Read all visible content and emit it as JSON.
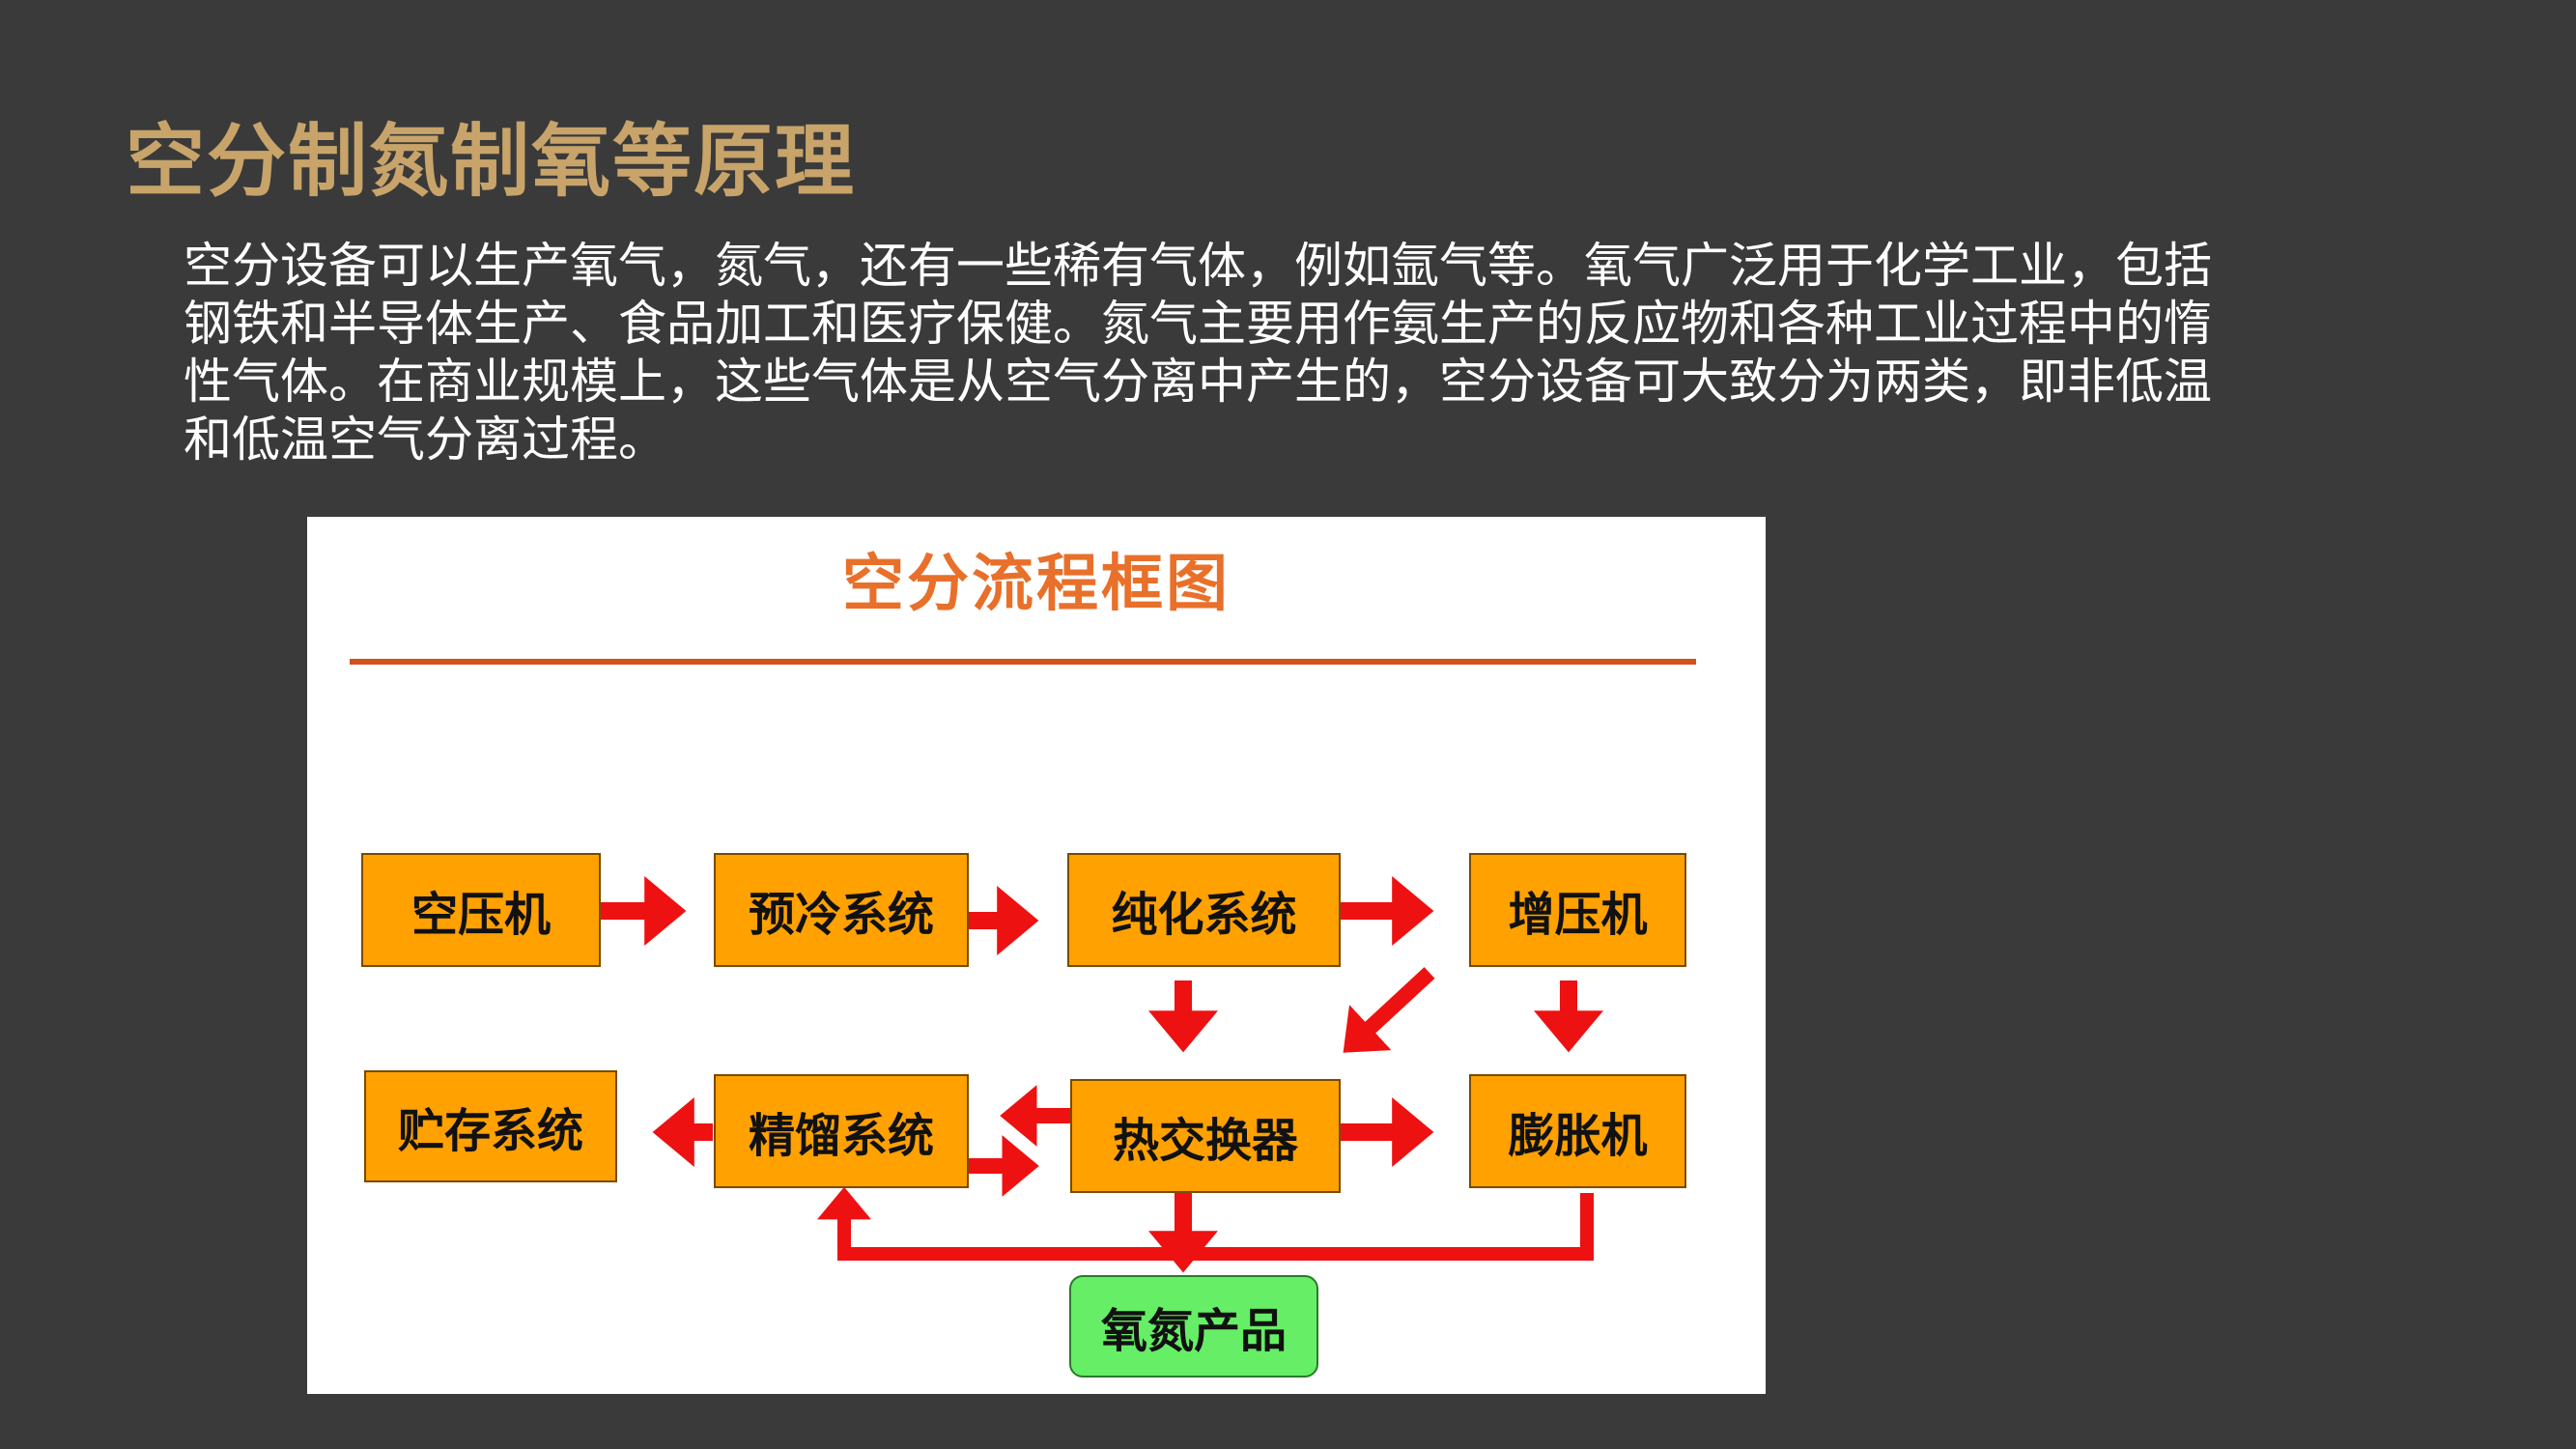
{
  "page": {
    "title": "空分制氮制氧等原理",
    "paragraph": [
      "空分设备可以生产氧气，氮气，还有一些稀有气体，例如氩气等。氧气广泛用于化学工业，包括",
      "钢铁和半导体生产、食品加工和医疗保健。氮气主要用作氨生产的反应物和各种工业过程中的惰",
      "性气体。在商业规模上，这些气体是从空气分离中产生的，空分设备可大致分为两类，即非低温",
      "和低温空气分离过程。"
    ]
  },
  "diagram": {
    "title": "空分流程框图",
    "nodes": {
      "compressor": "空压机",
      "precool": "预冷系统",
      "purify": "纯化系统",
      "booster": "增压机",
      "storage": "贮存系统",
      "distill": "精馏系统",
      "heat_exchanger": "热交换器",
      "expander": "膨胀机",
      "product": "氧氮产品"
    },
    "colors": {
      "title": "#e8702a",
      "rule": "#d2521e",
      "box": "#ffa100",
      "product_box": "#66ee66",
      "arrow": "#ee1111"
    }
  }
}
